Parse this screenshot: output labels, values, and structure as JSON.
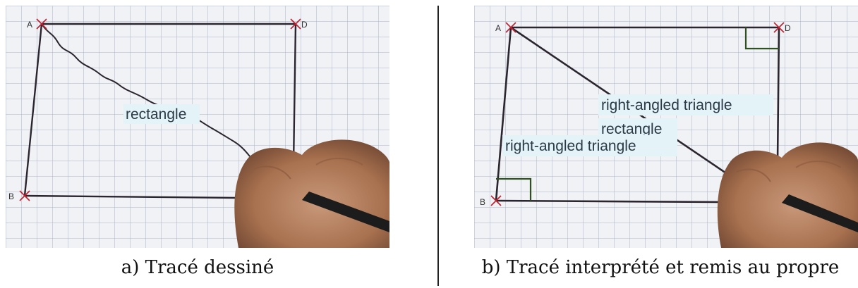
{
  "panels": {
    "a": {
      "caption": "a) Tracé dessiné",
      "labels": {
        "A": "A",
        "B": "B",
        "D": "D"
      },
      "shapes": [
        "rectangle"
      ]
    },
    "b": {
      "caption": "b) Tracé interprété et remis au propre",
      "labels": {
        "A": "A",
        "B": "B",
        "D": "D"
      },
      "shapes": [
        "right-angled triangle",
        "rectangle",
        "right-angled triangle"
      ]
    }
  },
  "colors": {
    "paper": "#f1f2f5",
    "grid": "#a9b3c6",
    "stroke": "#2b2530",
    "marker": "#c02030",
    "label_bg": "#e4f3f7",
    "right_angle": "#2f5020",
    "hand": "#b98464"
  }
}
